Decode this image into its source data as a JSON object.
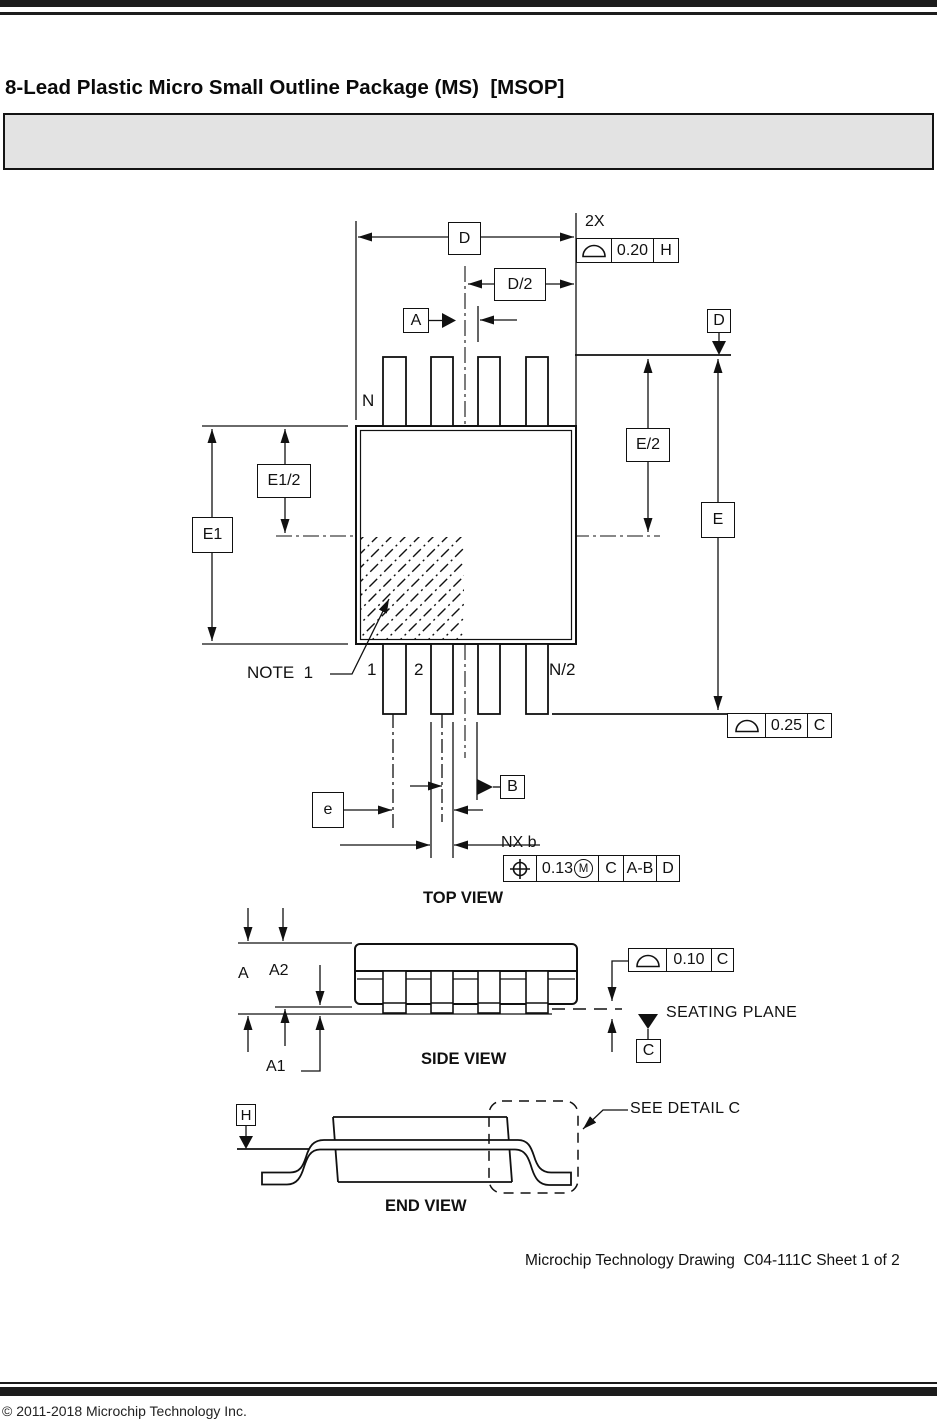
{
  "header": {
    "title": "8-Lead Plastic Micro Small Outline Package (MS)  [MSOP]"
  },
  "note_box": {
    "text": ""
  },
  "top_view": {
    "label": "TOP VIEW",
    "qty_2x": "2X",
    "dim_D": "D",
    "dim_D_half": "D/2",
    "datum_A": "A",
    "datum_D_right": "D",
    "n_label": "N",
    "dim_E_half": "E/2",
    "dim_E": "E",
    "dim_E1_half": "E1/2",
    "dim_E1": "E1",
    "note1": "NOTE  1",
    "pin1": "1",
    "pin2": "2",
    "pin_n_half": "N/2",
    "dim_e": "e",
    "datum_B": "B",
    "nx_b": "NX b",
    "fcf_top": {
      "symbol": "profile-of-surface",
      "value": "0.20",
      "datum": "H"
    },
    "fcf_bottom": {
      "symbol": "profile-of-surface",
      "value": "0.25",
      "datum": "C"
    },
    "fcf_position": {
      "symbol": "true-position",
      "value": "0.13",
      "modifier": "M",
      "datum1": "C",
      "datum2": "A-B",
      "datum3": "D"
    }
  },
  "side_view": {
    "label": "SIDE VIEW",
    "dim_A": "A",
    "dim_A2": "A2",
    "dim_A1": "A1",
    "fcf": {
      "symbol": "profile-of-surface",
      "value": "0.10",
      "datum": "C"
    },
    "seating_plane": "SEATING PLANE",
    "datum_C": "C"
  },
  "end_view": {
    "label": "END VIEW",
    "datum_H": "H",
    "see_detail": "SEE DETAIL C"
  },
  "footer": {
    "drawing_credit": "Microchip Technology Drawing  C04-111C Sheet 1 of 2",
    "copyright": "© 2011-2018 Microchip Technology Inc."
  }
}
